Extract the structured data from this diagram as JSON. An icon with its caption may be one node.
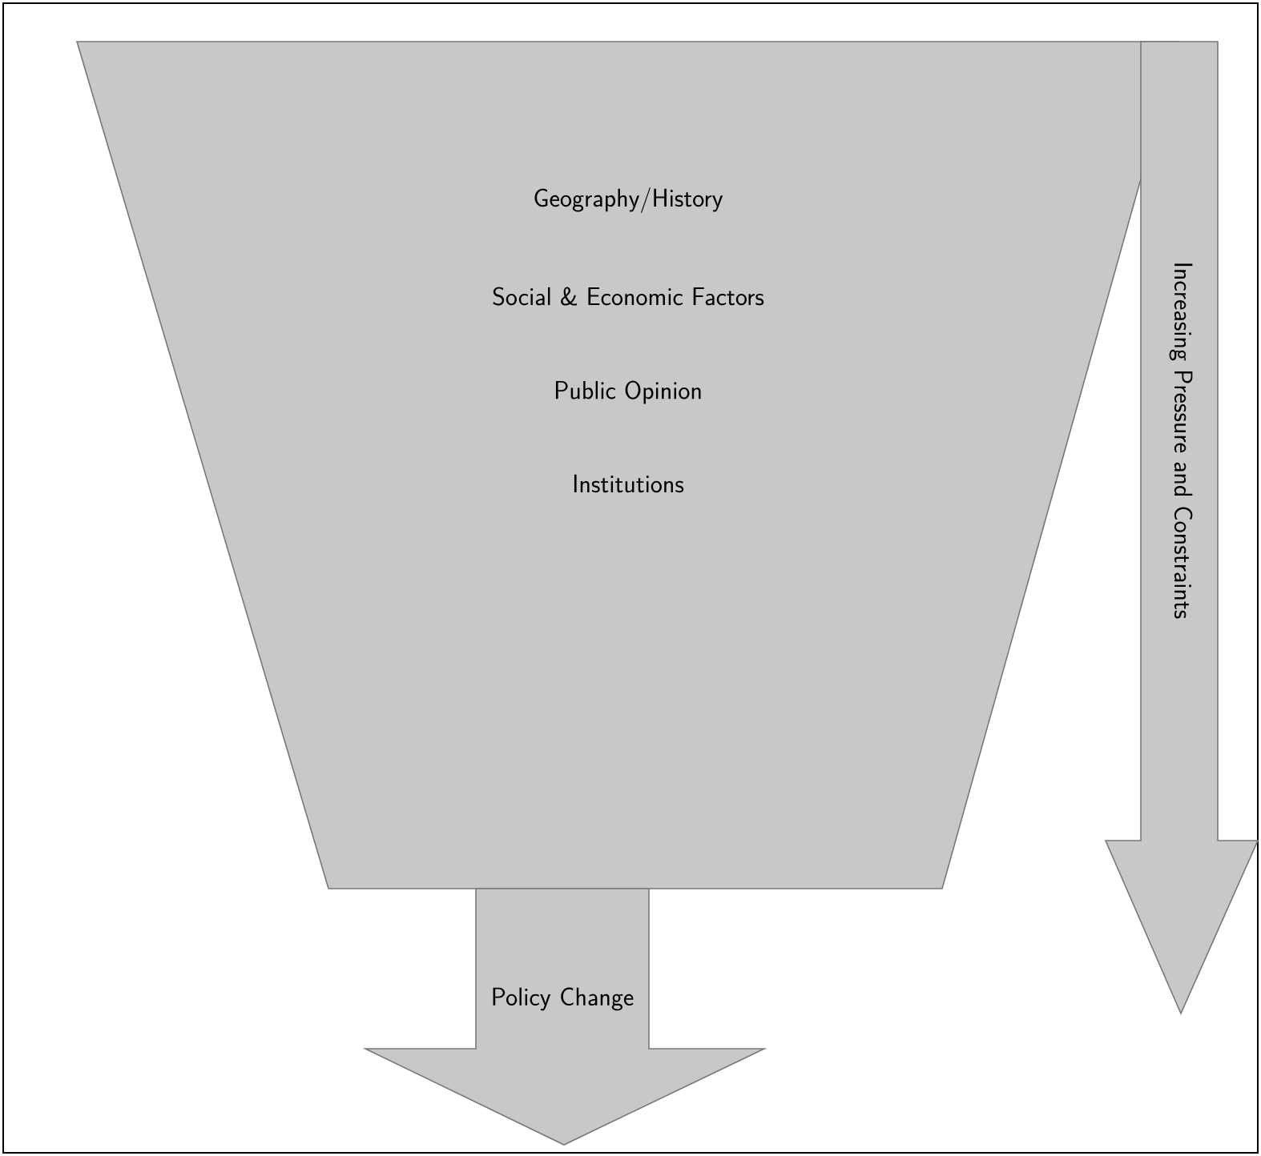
{
  "diagram": {
    "nodes": [
      {
        "text": [
          "Geography/History",
          "Social & Economic Factors",
          "Public Opinion",
          "Institutions"
        ]
      },
      {
        "text": [
          "Policy Change"
        ]
      },
      {
        "text": [
          "Increasing Pressure and Constraints"
        ]
      }
    ]
  }
}
